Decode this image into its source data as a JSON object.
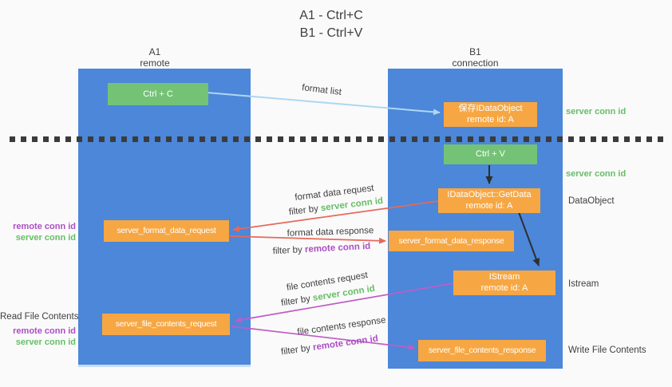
{
  "title": {
    "line1": "A1 - Ctrl+C",
    "line2": "B1 - Ctrl+V"
  },
  "columns": {
    "a": {
      "name": "A1",
      "role": "remote"
    },
    "b": {
      "name": "B1",
      "role": "connection"
    }
  },
  "nodes": {
    "ctrl_c": {
      "label": "Ctrl + C"
    },
    "save_dataobject": {
      "line1": "保存IDataObject",
      "line2": "remote id: A"
    },
    "ctrl_v": {
      "label": "Ctrl + V"
    },
    "getdata": {
      "line1": "IDataObject::GetData",
      "line2": "remote id: A"
    },
    "server_format_data_request": {
      "label": "server_format_data_request"
    },
    "server_format_data_response": {
      "label": "server_format_data_response"
    },
    "istream": {
      "line1": "IStream",
      "line2": "remote id: A"
    },
    "server_file_contents_request": {
      "label": "server_file_contents_request"
    },
    "server_file_contents_response": {
      "label": "server_file_contents_response"
    }
  },
  "flow_labels": {
    "format_list": "format list",
    "format_data_request": "format data request",
    "format_data_response": "format data response",
    "file_contents_request": "file contents request",
    "file_contents_response": "file contents response",
    "filter_by": "filter by ",
    "server_conn_id": "server conn id",
    "remote_conn_id": "remote conn id"
  },
  "side_labels": {
    "right_server_conn_id_top": "server conn id",
    "right_server_conn_id_mid": "server conn id",
    "right_dataobject": "DataObject",
    "right_istream": "Istream",
    "right_write_file_contents": "Write File Contents",
    "left_remote_conn_id_top": "remote conn id",
    "left_server_conn_id_top": "server conn id",
    "left_read_file_contents": "Read File Contents",
    "left_remote_conn_id_bottom": "remote conn id",
    "left_server_conn_id_bottom": "server conn id"
  },
  "colors": {
    "column_blue": "#4c87d9",
    "node_orange": "#f6a743",
    "node_green": "#74c276",
    "green_text": "#67bd68",
    "purple_text": "#ac4ec5",
    "red_arrow": "#e7695a",
    "magenta_arrow": "#c05cc6",
    "light_blue_arrow": "#aed7f2",
    "black_arrow": "#2f2f2f",
    "dark_text": "#3f3f3f",
    "background": "#fafafa"
  }
}
